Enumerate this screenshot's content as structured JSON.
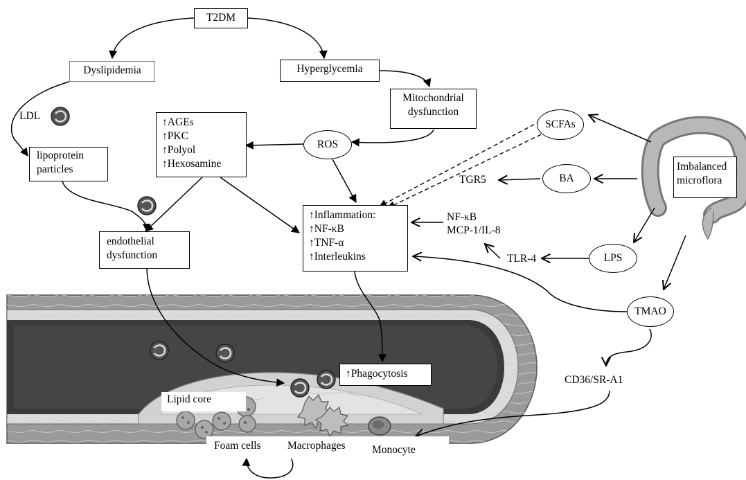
{
  "nodes": {
    "t2dm": "T2DM",
    "dyslipidemia": "Dyslipidemia",
    "hyperglycemia": "Hyperglycemia",
    "mito_line1": "Mitochondrial",
    "mito_line2": "dysfunction",
    "ldl": "LDL",
    "lipo_line1": "lipoprotein",
    "lipo_line2": "particles",
    "ages": "↑AGEs",
    "pkc": "↑PKC",
    "polyol": "↑Polyol",
    "hexosamine": "↑Hexosamine",
    "ros": "ROS",
    "endo_line1": "endothelial",
    "endo_line2": "dysfunction",
    "inflammation": "↑Inflammation:",
    "nfkb": "↑NF-κB",
    "tnf": "↑TNF-α",
    "interleukins": "↑Interleukins",
    "nfkb2": "NF-κB",
    "mcp": "MCP-1/IL-8",
    "scfas": "SCFAs",
    "ba": "BA",
    "tgr5": "TGR5",
    "lps": "LPS",
    "tlr4": "TLR-4",
    "tmao": "TMAO",
    "microflora_line1": "Imbalanced",
    "microflora_line2": "microflora",
    "cd36": "CD36/SR-A1",
    "phagocytosis": "↑Phagocytosis",
    "lipid_core": "Lipid core",
    "foam_cells": "Foam cells",
    "macrophages": "Macrophages",
    "monocyte": "Monocyte"
  },
  "colors": {
    "vessel_outer": "#9a9a9a",
    "vessel_lumen": "#3a3a3a",
    "plaque": "#d4d4d4",
    "intestine": "#b0b0b0"
  },
  "icons": [
    "ldl-particle-icon",
    "foam-cell-icon",
    "macrophage-icon",
    "monocyte-icon",
    "intestine-icon"
  ]
}
